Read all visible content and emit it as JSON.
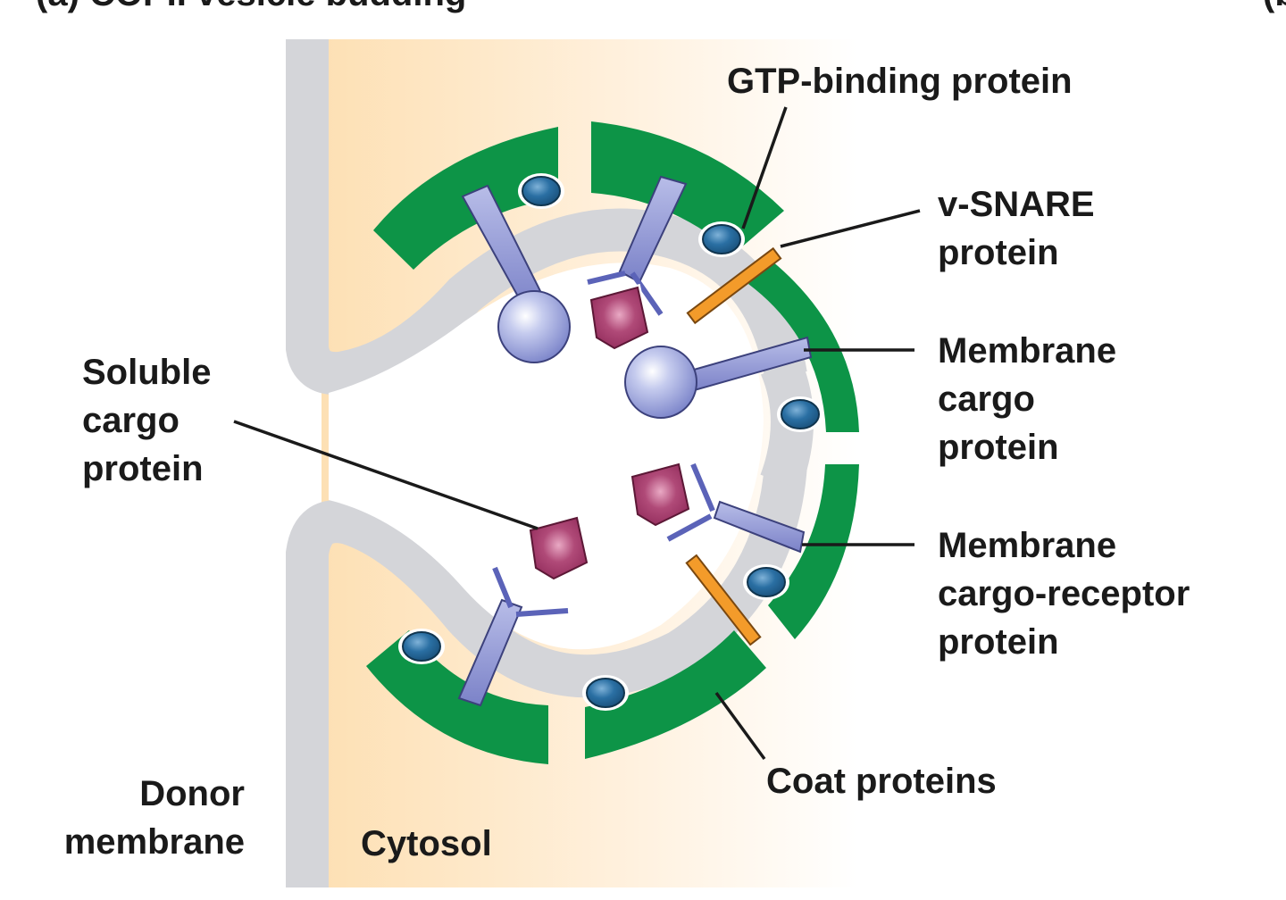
{
  "labels": {
    "heading_fragment": "(a) COPII vesicle budding",
    "heading_fragment_right": "(b",
    "gtp_binding_protein": [
      "GTP-binding protein"
    ],
    "v_snare_protein": [
      "v-SNARE",
      "protein"
    ],
    "membrane_cargo_protein": [
      "Membrane",
      "cargo",
      "protein"
    ],
    "membrane_cargo_receptor_protein": [
      "Membrane",
      "cargo-receptor",
      "protein"
    ],
    "soluble_cargo_protein": [
      "Soluble",
      "cargo",
      "protein"
    ],
    "coat_proteins": [
      "Coat proteins"
    ],
    "donor_membrane": [
      "Donor",
      "membrane"
    ],
    "cytosol": [
      "Cytosol"
    ]
  },
  "colors": {
    "cytosol_gradient_start": "#fde0b4",
    "cytosol_gradient_end": "#ffffff",
    "membrane": "#d4d5d9",
    "coat": "#0d9447",
    "gtp_protein": "#1f5f8e",
    "membrane_cargo": "#9ba3da",
    "cargo_receptor": "#7b82c8",
    "soluble_cargo": "#9a2d5f",
    "v_snare": "#f39b2a",
    "leader_line": "#1a1a1a"
  },
  "icons": {
    "gtp_protein": "blue-ellipse",
    "membrane_cargo": "ball-on-stick",
    "cargo_receptor": "y-shaped-receptor",
    "soluble_cargo": "magenta-pentagon",
    "v_snare": "orange-rod",
    "coat": "green-arc-segment"
  }
}
